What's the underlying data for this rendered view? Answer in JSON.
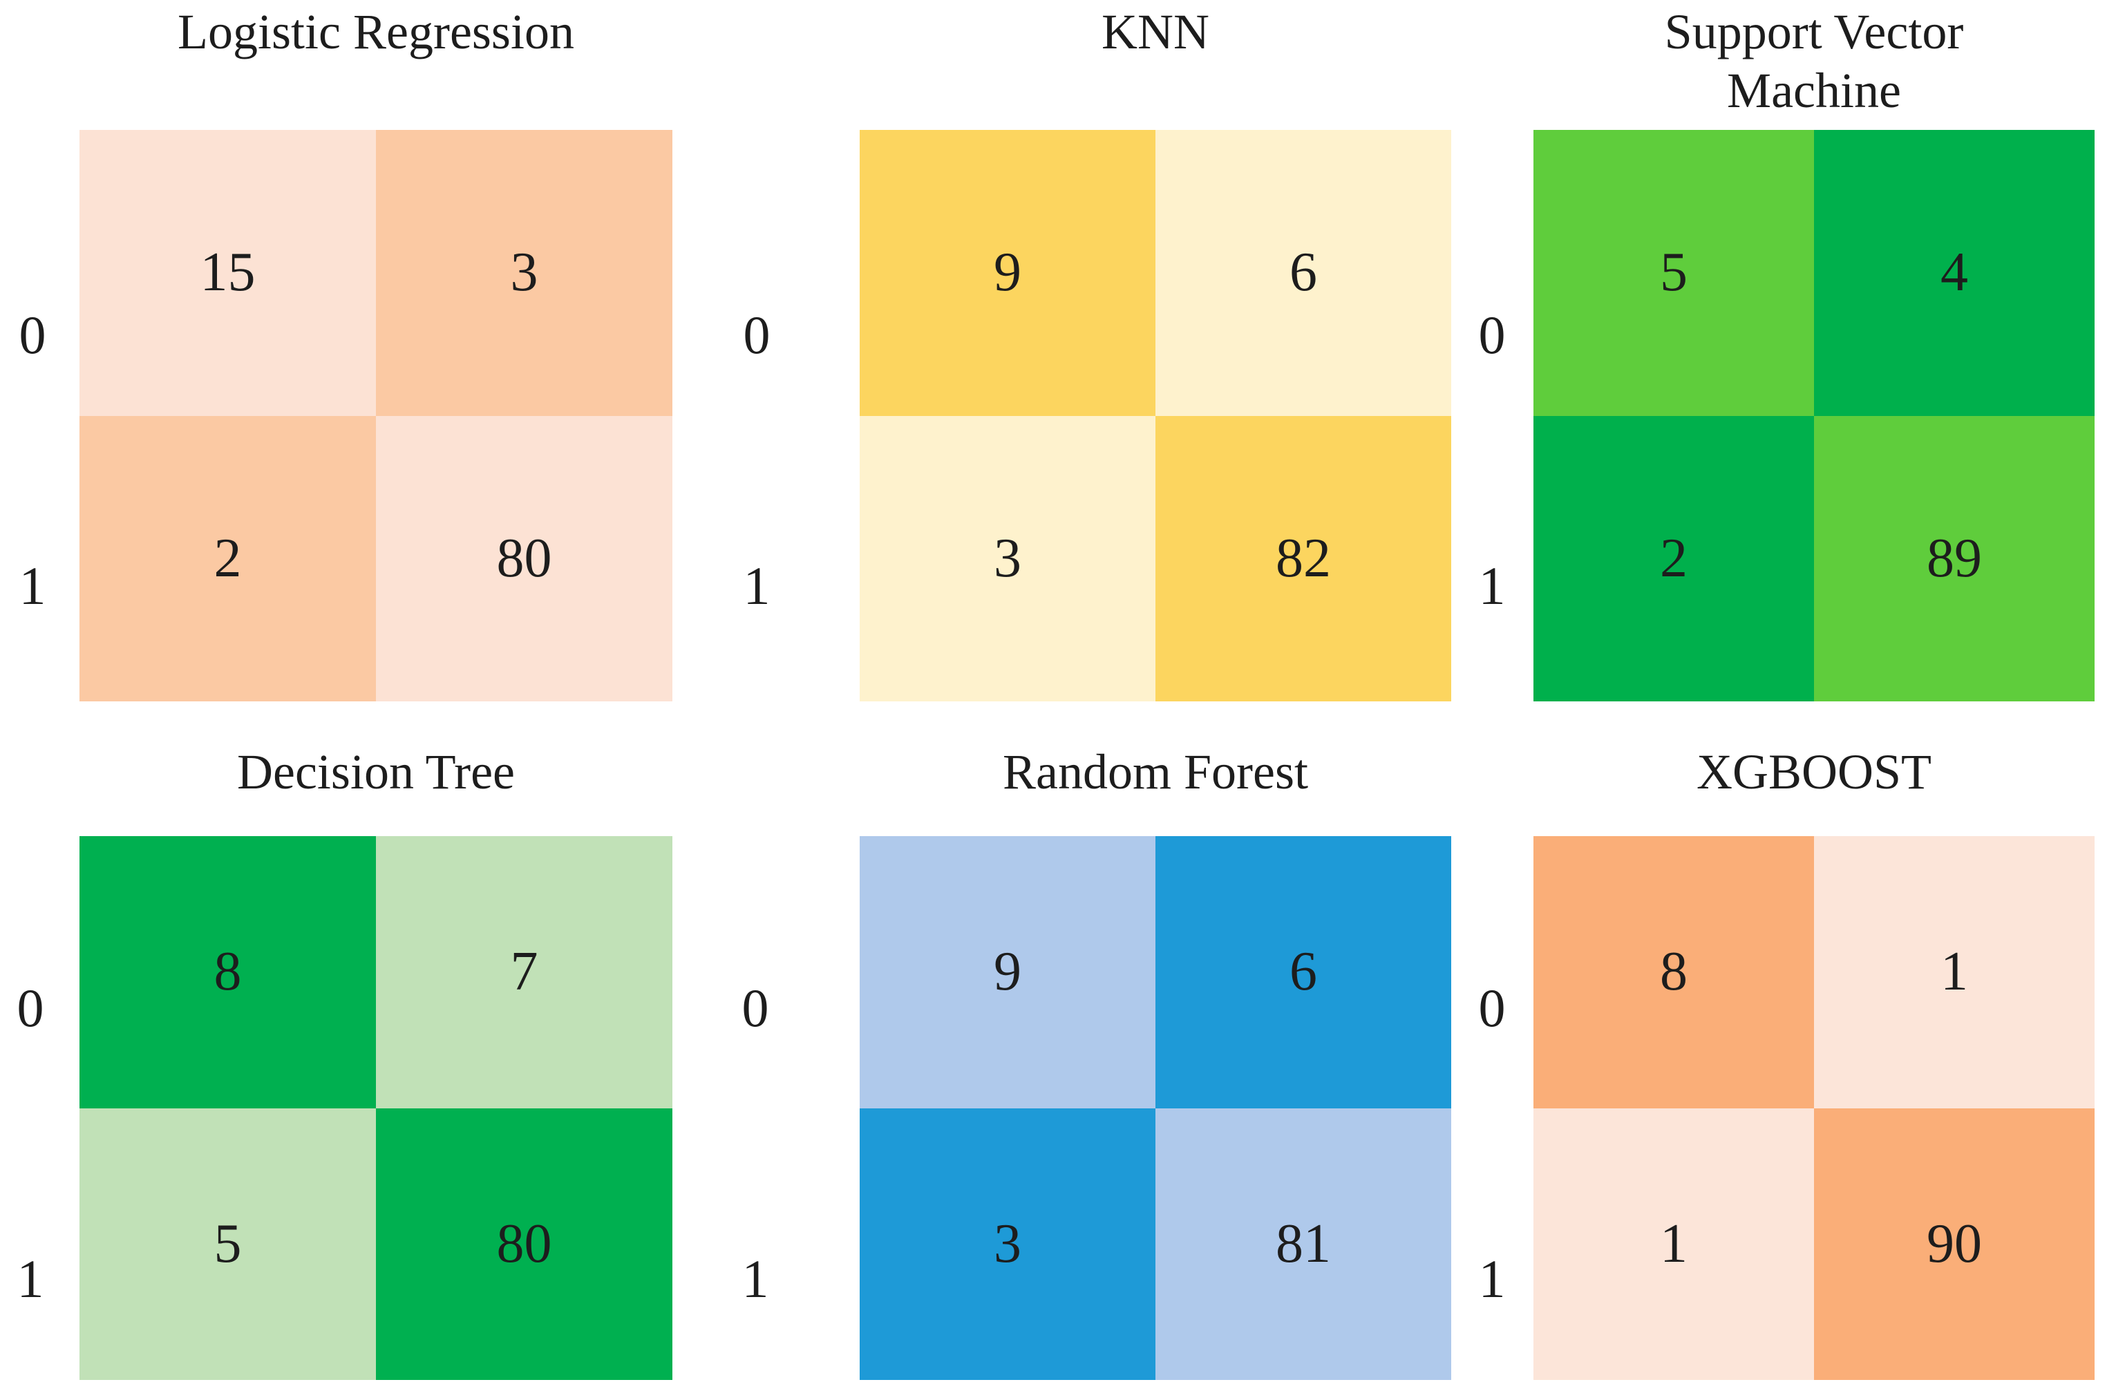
{
  "figure": {
    "background": "#FFFFFF",
    "text_color": "#1D1D1D"
  },
  "chart_data": [
    {
      "type": "heatmap",
      "title": "Logistic Regression",
      "rows": [
        "0",
        "1"
      ],
      "x_ticklabels_shown": false,
      "grid": false,
      "legend": "none",
      "values": [
        [
          15,
          3
        ],
        [
          2,
          80
        ]
      ],
      "cell_colors": [
        [
          "#FCE2D4",
          "#FBC9A3"
        ],
        [
          "#FBC9A3",
          "#FCE2D4"
        ]
      ]
    },
    {
      "type": "heatmap",
      "title": "KNN",
      "rows": [
        "0",
        "1"
      ],
      "x_ticklabels_shown": false,
      "grid": false,
      "legend": "none",
      "values": [
        [
          9,
          6
        ],
        [
          3,
          82
        ]
      ],
      "cell_colors": [
        [
          "#FCD55F",
          "#FEF2CD"
        ],
        [
          "#FEF2CD",
          "#FCD55F"
        ]
      ]
    },
    {
      "type": "heatmap",
      "title": "Support Vector Machine",
      "rows": [
        "0",
        "1"
      ],
      "x_ticklabels_shown": false,
      "grid": false,
      "legend": "none",
      "values": [
        [
          5,
          4
        ],
        [
          2,
          89
        ]
      ],
      "cell_colors": [
        [
          "#5FCD3C",
          "#00B04C"
        ],
        [
          "#00B04C",
          "#5FCD3C"
        ]
      ]
    },
    {
      "type": "heatmap",
      "title": "Decision Tree",
      "rows": [
        "0",
        "1"
      ],
      "x_ticklabels_shown": false,
      "grid": false,
      "legend": "none",
      "values": [
        [
          8,
          7
        ],
        [
          5,
          80
        ]
      ],
      "cell_colors": [
        [
          "#00B050",
          "#C1E1B7"
        ],
        [
          "#C1E1B7",
          "#00B050"
        ]
      ]
    },
    {
      "type": "heatmap",
      "title": "Random Forest",
      "rows": [
        "0",
        "1"
      ],
      "x_ticklabels_shown": false,
      "grid": false,
      "legend": "none",
      "values": [
        [
          9,
          6
        ],
        [
          3,
          81
        ]
      ],
      "cell_colors": [
        [
          "#AFC9EB",
          "#1E9AD7"
        ],
        [
          "#1E9AD7",
          "#AFC9EB"
        ]
      ]
    },
    {
      "type": "heatmap",
      "title": "XGBOOST",
      "rows": [
        "0",
        "1"
      ],
      "x_ticklabels_shown": false,
      "grid": false,
      "legend": "none",
      "values": [
        [
          8,
          1
        ],
        [
          1,
          90
        ]
      ],
      "cell_colors": [
        [
          "#FAAE78",
          "#FCE5D9"
        ],
        [
          "#FCE5D9",
          "#FAAE78"
        ]
      ]
    }
  ]
}
